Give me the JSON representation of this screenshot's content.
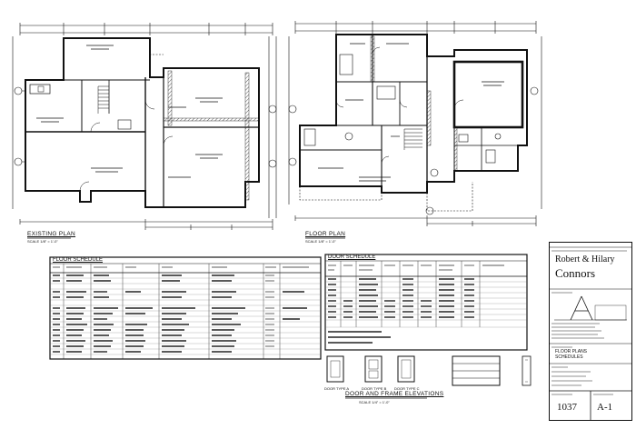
{
  "drawing": {
    "plan_left_title": "EXISTING PLAN",
    "plan_left_scale": "SCALE 1/8\" = 1'-0\"",
    "plan_right_title": "FLOOR PLAN",
    "plan_right_scale": "SCALE 1/8\" = 1'-0\"",
    "floor_schedule_title": "FLOOR SCHEDULE",
    "door_schedule_title": "DOOR SCHEDULE",
    "elevations_title": "DOOR AND FRAME ELEVATIONS",
    "elevations_scale": "SCALE 1/4\" = 1'-0\"",
    "elevation_labels": [
      "DOOR TYPE A",
      "DOOR TYPE B",
      "DOOR TYPE C"
    ]
  },
  "title_block": {
    "owner_line1": "Robert & Hilary",
    "owner_line2": "Connors",
    "sheet_title": "FLOOR PLANS SCHEDULES",
    "project_number": "1037",
    "sheet_number": "A-1"
  },
  "colors": {
    "ink": "#111111",
    "paper": "#ffffff",
    "hatch": "#555555"
  }
}
